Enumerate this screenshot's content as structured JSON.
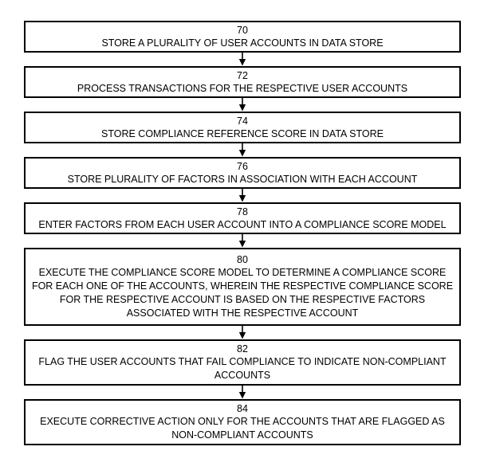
{
  "figure": {
    "type": "flowchart",
    "background_color": "#ffffff",
    "line_color": "#000000"
  },
  "steps": [
    {
      "num": "70",
      "text": "STORE A PLURALITY OF USER ACCOUNTS IN DATA STORE"
    },
    {
      "num": "72",
      "text": "PROCESS TRANSACTIONS FOR THE RESPECTIVE USER ACCOUNTS"
    },
    {
      "num": "74",
      "text": "STORE COMPLIANCE REFERENCE SCORE IN DATA STORE"
    },
    {
      "num": "76",
      "text": "STORE PLURALITY OF FACTORS IN ASSOCIATION WITH EACH ACCOUNT"
    },
    {
      "num": "78",
      "text": "ENTER FACTORS FROM EACH USER ACCOUNT INTO A COMPLIANCE SCORE MODEL"
    },
    {
      "num": "80",
      "text": "EXECUTE THE COMPLIANCE SCORE MODEL TO DETERMINE A COMPLIANCE SCORE FOR EACH ONE OF THE ACCOUNTS, WHEREIN THE RESPECTIVE COMPLIANCE SCORE FOR THE RESPECTIVE ACCOUNT IS BASED ON THE RESPECTIVE FACTORS ASSOCIATED WITH THE RESPECTIVE ACCOUNT"
    },
    {
      "num": "82",
      "text": "FLAG THE USER ACCOUNTS THAT FAIL COMPLIANCE TO INDICATE NON-COMPLIANT ACCOUNTS"
    },
    {
      "num": "84",
      "text": "EXECUTE CORRECTIVE ACTION ONLY FOR THE ACCOUNTS THAT ARE FLAGGED AS NON-COMPLIANT ACCOUNTS"
    }
  ]
}
